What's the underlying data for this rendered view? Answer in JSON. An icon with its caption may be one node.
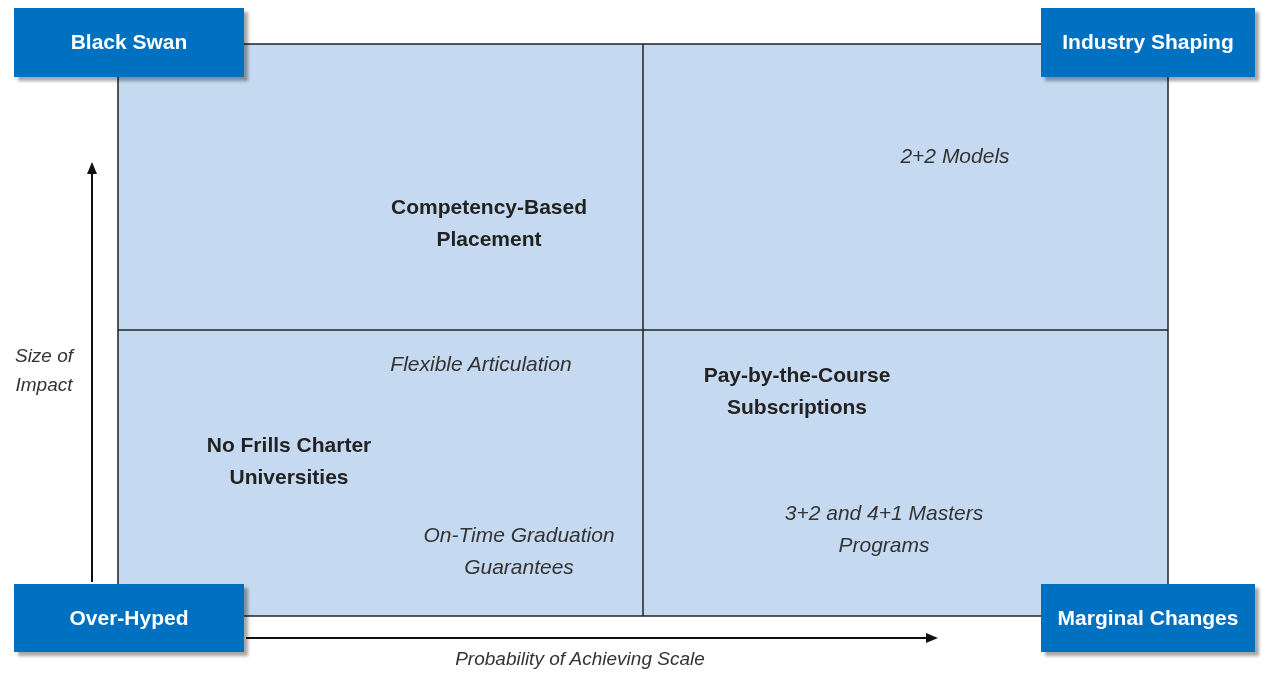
{
  "diagram": {
    "nodes": [
      {
        "text": [
          "Black Swan"
        ]
      },
      {
        "text": [
          "Industry Shaping"
        ]
      },
      {
        "text": [
          "Over-Hyped"
        ]
      },
      {
        "text": [
          "Marginal Changes"
        ]
      }
    ],
    "labels": [
      "2+2 Models",
      "Competency-Based Placement",
      "Size of Impact",
      "Flexible Articulation",
      "Pay-by-the-Course Subscriptions",
      "No Frills Charter Universities",
      "3+2 and 4+1 Masters Programs",
      "On-Time Graduation Guarantees",
      "Probability of Achieving Scale"
    ]
  }
}
